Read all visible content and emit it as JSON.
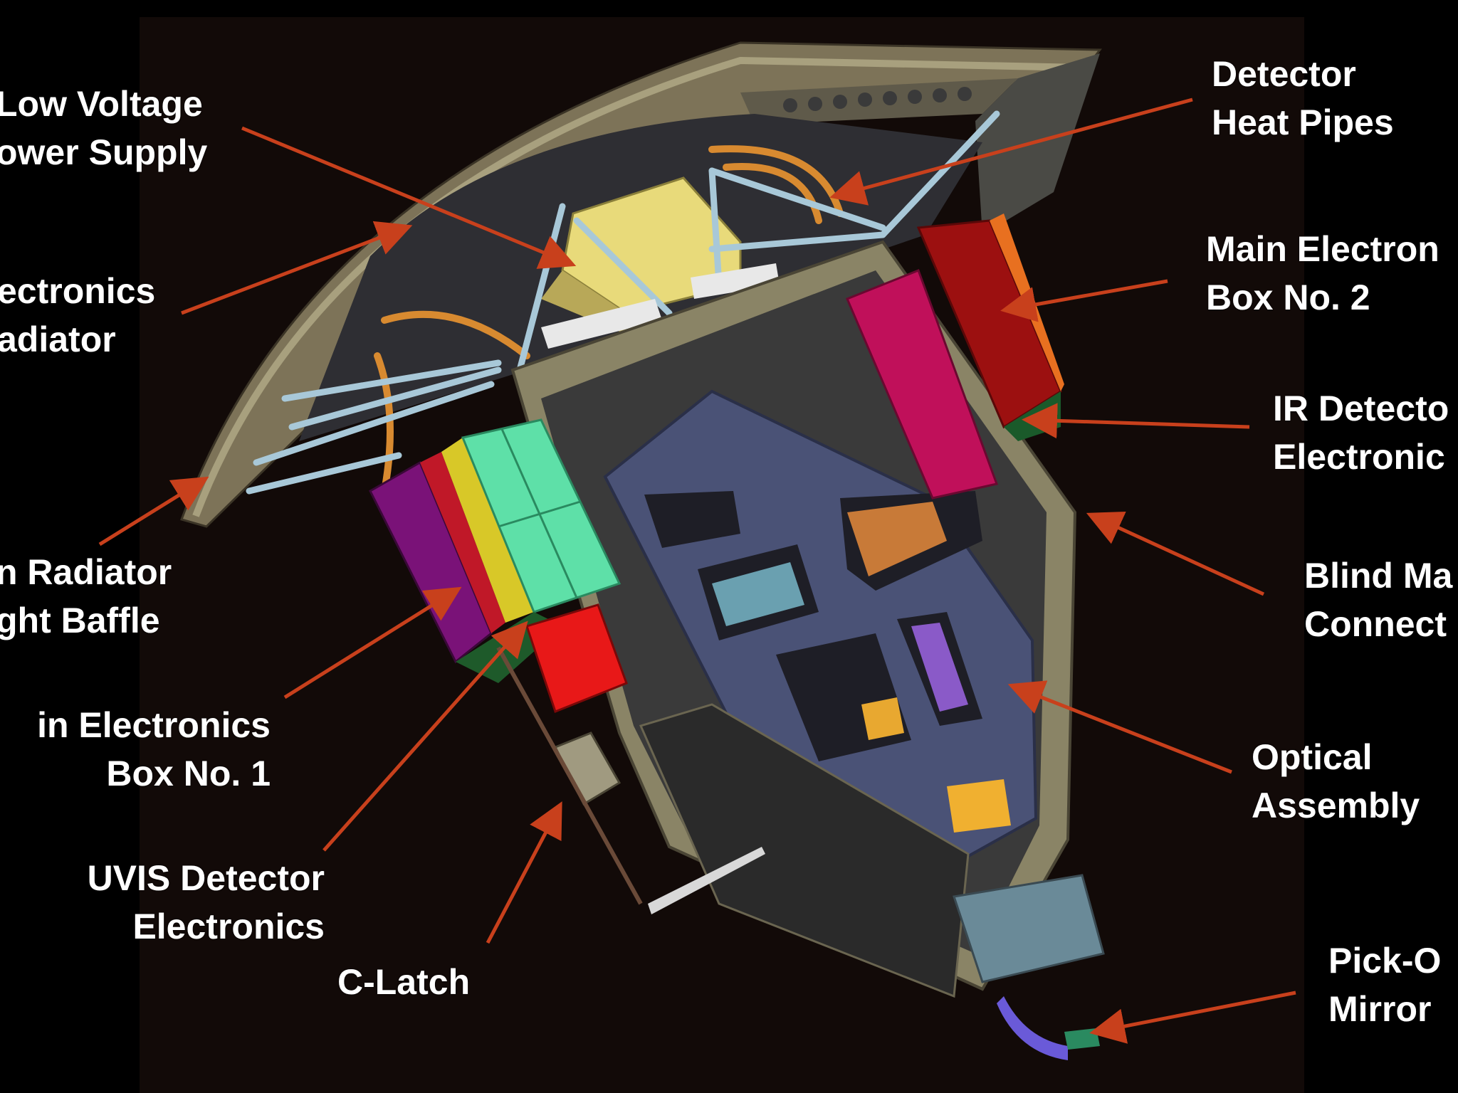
{
  "colors": {
    "background": "#000000",
    "panel": "#120a08",
    "arrow": "#c8401c",
    "label_text": "#ffffff"
  },
  "labels": {
    "low_voltage_power_supply": [
      "Low Voltage",
      "ower Supply"
    ],
    "electronics_radiator": [
      "ectronics",
      "adiator"
    ],
    "radiator_light_baffle": [
      "n Radiator",
      "ght Baffle"
    ],
    "main_electronics_box_1": [
      "in Electronics",
      "Box No. 1"
    ],
    "uvis_detector_electronics": [
      "UVIS Detector",
      "Electronics"
    ],
    "c_latch": [
      "C-Latch"
    ],
    "detector_heat_pipes": [
      "Detector",
      "Heat Pipes"
    ],
    "main_electronics_box_2": [
      "Main Electron",
      "Box No. 2"
    ],
    "ir_detector_electronics": [
      "IR Detecto",
      "Electronic"
    ],
    "blind_mate_connector": [
      "Blind Ma",
      "Connect"
    ],
    "optical_assembly": [
      "Optical",
      "Assembly"
    ],
    "pick_off_mirror": [
      "Pick-O",
      "Mirror"
    ]
  }
}
